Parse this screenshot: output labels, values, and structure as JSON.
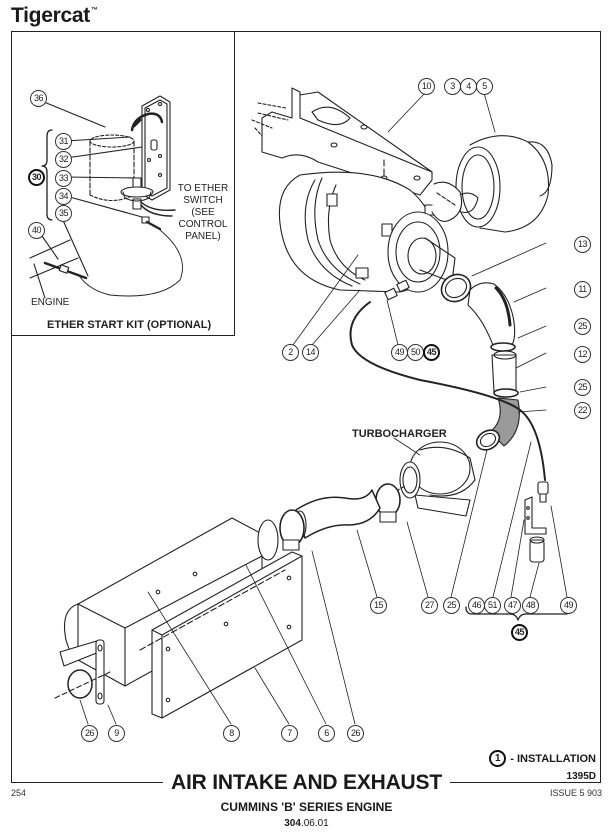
{
  "header": {
    "brand": "Tigercat",
    "trademark": "™"
  },
  "inset": {
    "title": "ETHER START KIT (OPTIONAL)",
    "labels": {
      "to_ether_switch": [
        "TO ETHER",
        "SWITCH",
        "(SEE",
        "CONTROL",
        "PANEL)"
      ],
      "engine": "ENGINE"
    },
    "callouts": [
      "36",
      "31",
      "32",
      "30",
      "33",
      "34",
      "35",
      "40"
    ]
  },
  "main": {
    "labels": {
      "turbocharger": "TURBOCHARGER"
    },
    "callouts": {
      "c10": "10",
      "c3": "3",
      "c4": "4",
      "c5": "5",
      "c13": "13",
      "c11": "11",
      "c25a": "25",
      "c12": "12",
      "c25b": "25",
      "c22": "22",
      "c2": "2",
      "c14": "14",
      "c49a": "49",
      "c50": "50",
      "c45a": "45",
      "c15": "15",
      "c27": "27",
      "c25c": "25",
      "c46": "46",
      "c51": "51",
      "c47": "47",
      "c48": "48",
      "c49b": "49",
      "c45b": "45",
      "c26a": "26",
      "c9": "9",
      "c8": "8",
      "c7": "7",
      "c6": "6",
      "c26b": "26"
    }
  },
  "legend": {
    "installation_number": "1",
    "installation_label": "- INSTALLATION"
  },
  "footer": {
    "drawing_number": "1395D",
    "page_number": "254",
    "issue": "ISSUE 5 903",
    "title": "AIR INTAKE AND EXHAUST",
    "subtitle": "CUMMINS 'B' SERIES ENGINE",
    "section_bold": "304",
    "section_rest": ".06.01"
  }
}
